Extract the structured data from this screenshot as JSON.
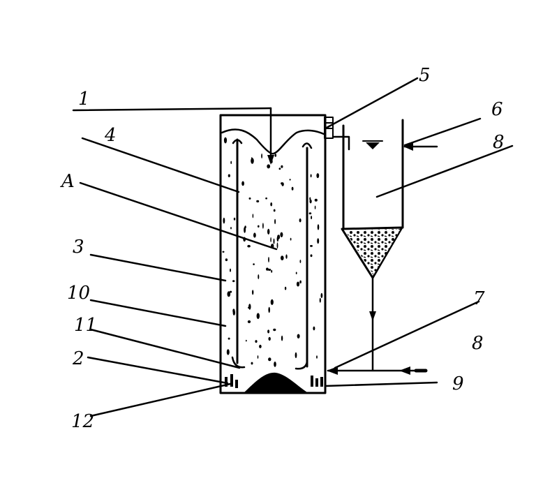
{
  "labels": {
    "n1": "1",
    "n2": "2",
    "n3": "3",
    "n4": "4",
    "n5": "5",
    "n6": "6",
    "n7": "7",
    "n8a": "8",
    "n8b": "8",
    "n9": "9",
    "n10": "10",
    "n11": "11",
    "n12": "12",
    "nA": "A"
  },
  "colors": {
    "ink": "#000000",
    "paper": "#ffffff"
  }
}
